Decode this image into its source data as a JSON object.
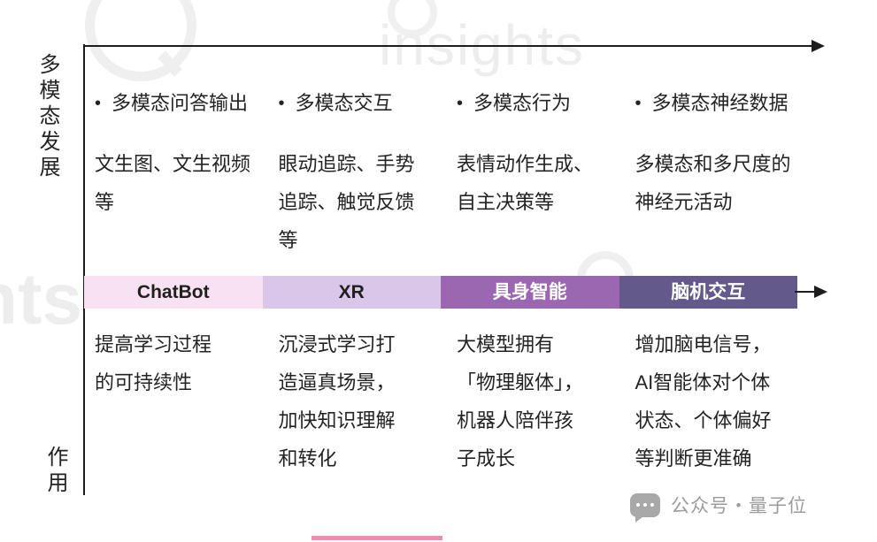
{
  "axis": {
    "y_top_label": "多模态发展",
    "y_bottom_label": "作用"
  },
  "bullet": "•",
  "stages": [
    {
      "header": "多模态问答输出",
      "detail": "文生图、文生视频\n等",
      "band": {
        "label": "ChatBot",
        "bg": "#f8e1f1",
        "text_color": "#1f1f1f"
      },
      "effect": "提高学习过程\n的可持续性"
    },
    {
      "header": "多模态交互",
      "detail": "眼动追踪、手势\n追踪、触觉反馈\n等",
      "band": {
        "label": "XR",
        "bg": "#dac6e8",
        "text_color": "#1f1f1f"
      },
      "effect": "沉浸式学习打\n造逼真场景，\n加快知识理解\n和转化"
    },
    {
      "header": "多模态行为",
      "detail": "表情动作生成、\n自主决策等",
      "band": {
        "label": "具身智能",
        "bg": "#9a67b0",
        "text_color": "#ffffff"
      },
      "effect": "大模型拥有\n「物理躯体」，\n机器人陪伴孩\n子成长"
    },
    {
      "header": "多模态神经数据",
      "detail": "多模态和多尺度的\n神经元活动",
      "band": {
        "label": "脑机交互",
        "bg": "#63598a",
        "text_color": "#ffffff"
      },
      "effect": "增加脑电信号，\nAI智能体对个体\n状态、个体偏好\n等判断更准确"
    }
  ],
  "watermarks": {
    "brand_text": "insights",
    "partial_text": "hts",
    "footer_text": "公众号・量子位"
  },
  "colors": {
    "axis": "#1d1d1d",
    "text": "#232323",
    "watermark_gray": "#ededed",
    "footer_gray": "#9c9c9c",
    "bottom_bar_pink": "#ef8bab"
  }
}
